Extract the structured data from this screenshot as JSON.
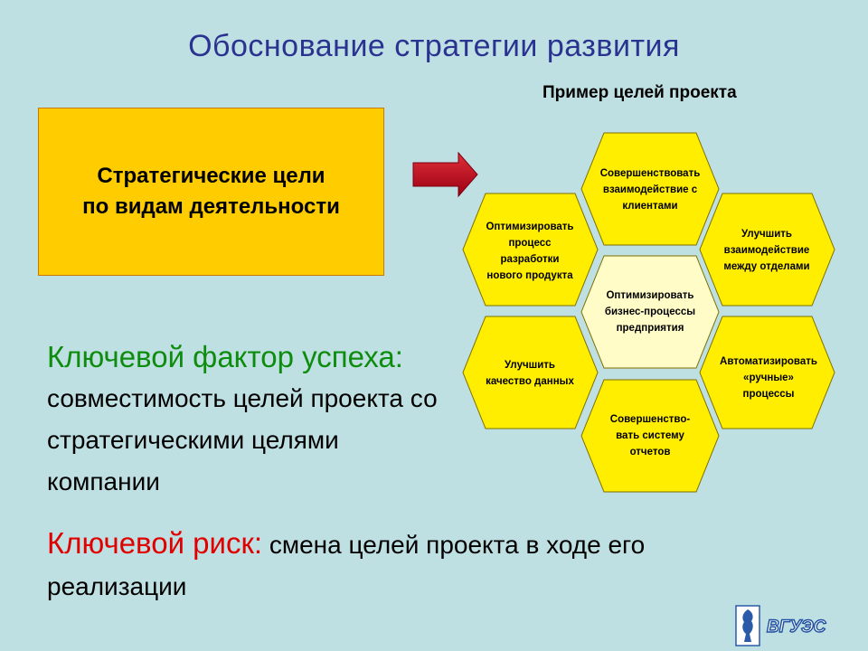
{
  "slide": {
    "title": "Обоснование стратегии развития",
    "example_title": "Пример целей проекта"
  },
  "goal_box": {
    "line1": "Стратегические цели",
    "line2": "по видам деятельности"
  },
  "hexagons": [
    {
      "id": "top",
      "lines": [
        "Совершенствовать",
        "взаимодействие с",
        "клиентами"
      ]
    },
    {
      "id": "upper-left",
      "lines": [
        "Оптимизировать",
        "процесс",
        "разработки",
        "нового продукта"
      ]
    },
    {
      "id": "upper-right",
      "lines": [
        "Улучшить",
        "взаимодействие",
        "между отделами"
      ]
    },
    {
      "id": "center",
      "lines": [
        "Оптимизировать",
        "бизнес-процессы",
        "предприятия"
      ]
    },
    {
      "id": "lower-left",
      "lines": [
        "Улучшить",
        "качество данных"
      ]
    },
    {
      "id": "lower-right",
      "lines": [
        "Автоматизировать",
        "«ручные»",
        "процессы"
      ]
    },
    {
      "id": "bottom",
      "lines": [
        "Совершенство-",
        "вать систему",
        "отчетов"
      ]
    }
  ],
  "success": {
    "heading": "Ключевой фактор успеха:",
    "line1": "совместимость целей проекта со",
    "line2": "стратегическими целями",
    "line3": "компании"
  },
  "risk": {
    "heading": "Ключевой риск:",
    "text": " смена целей проекта в ходе его",
    "line2": "реализации"
  },
  "logo": {
    "text": "ВГУЭС"
  },
  "colors": {
    "background": "#bfe0e3",
    "title": "#2b3391",
    "goal_box": "#ffcc00",
    "hex_yellow": "#ffee00",
    "hex_center": "#fffcc8",
    "arrow": "#c0001a",
    "success_heading": "#0e8c0e",
    "risk_heading": "#e00000"
  }
}
